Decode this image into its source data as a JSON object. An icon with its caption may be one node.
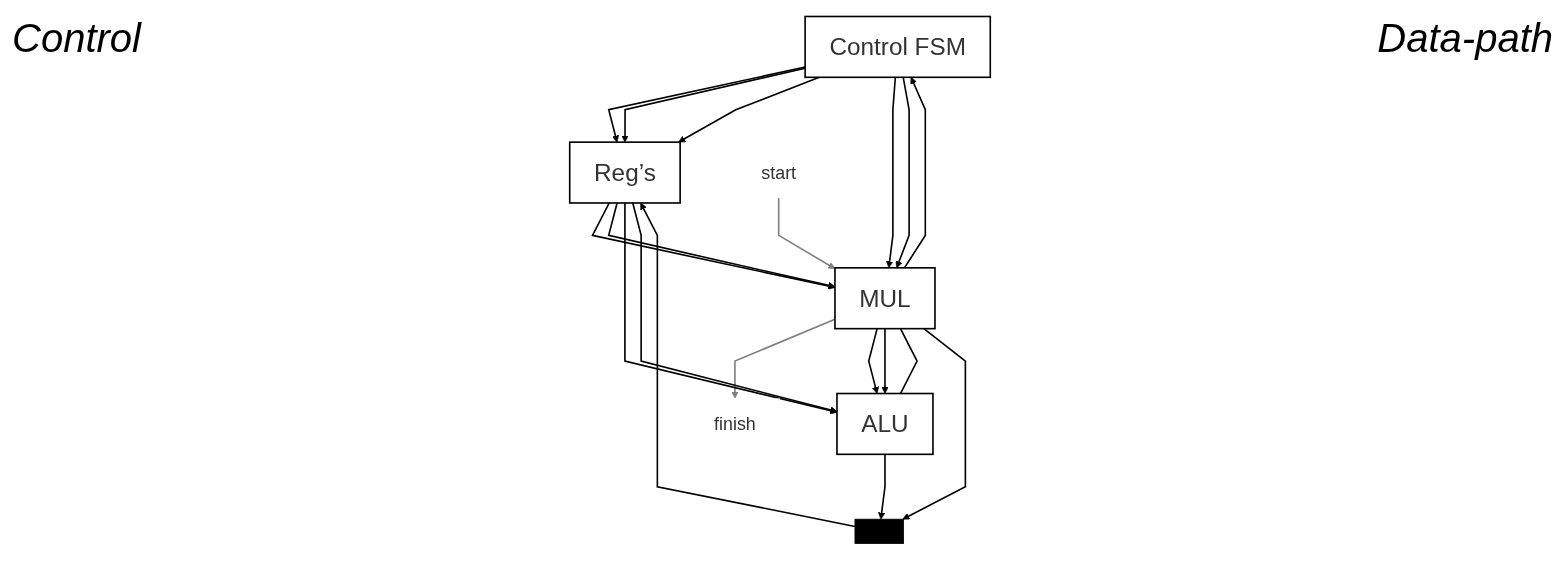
{
  "diagram": {
    "nodes": [
      {
        "text": [
          "Control FSM"
        ]
      },
      {
        "text": [
          "Reg’s"
        ]
      },
      {
        "text": [
          "start"
        ]
      },
      {
        "text": [
          "MUL"
        ]
      },
      {
        "text": [
          "ALU"
        ]
      },
      {
        "text": [
          "finish"
        ]
      },
      {
        "text": [],
        "shape": "bar"
      }
    ],
    "edges": [
      {
        "from": 0,
        "to": 1,
        "arrow": "to"
      },
      {
        "from": 0,
        "to": 1,
        "arrow": "to"
      },
      {
        "from": 0,
        "to": 1,
        "arrow": "to"
      },
      {
        "from": 0,
        "to": 3,
        "arrow": "to"
      },
      {
        "from": 0,
        "to": 3,
        "arrow": "to"
      },
      {
        "from": 3,
        "to": 0,
        "arrow": "to"
      },
      {
        "from": 2,
        "to": 3,
        "arrow": "to",
        "color": "#808080"
      },
      {
        "from": 3,
        "to": 5,
        "arrow": "to",
        "color": "#808080"
      },
      {
        "from": 1,
        "to": 3,
        "arrow": "to"
      },
      {
        "from": 1,
        "to": 3,
        "arrow": "to"
      },
      {
        "from": 1,
        "to": 4,
        "arrow": "to"
      },
      {
        "from": 1,
        "to": 4,
        "arrow": "to"
      },
      {
        "from": 3,
        "to": 4,
        "arrow": "to"
      },
      {
        "from": 3,
        "to": 4,
        "arrow": "to"
      },
      {
        "from": 3,
        "to": 4,
        "arrow": "none"
      },
      {
        "from": 3,
        "to": 6,
        "arrow": "to"
      },
      {
        "from": 4,
        "to": 6,
        "arrow": "to"
      },
      {
        "from": 6,
        "to": 1,
        "arrow": "to"
      }
    ],
    "labels": [
      "Control",
      "Data-path"
    ]
  }
}
